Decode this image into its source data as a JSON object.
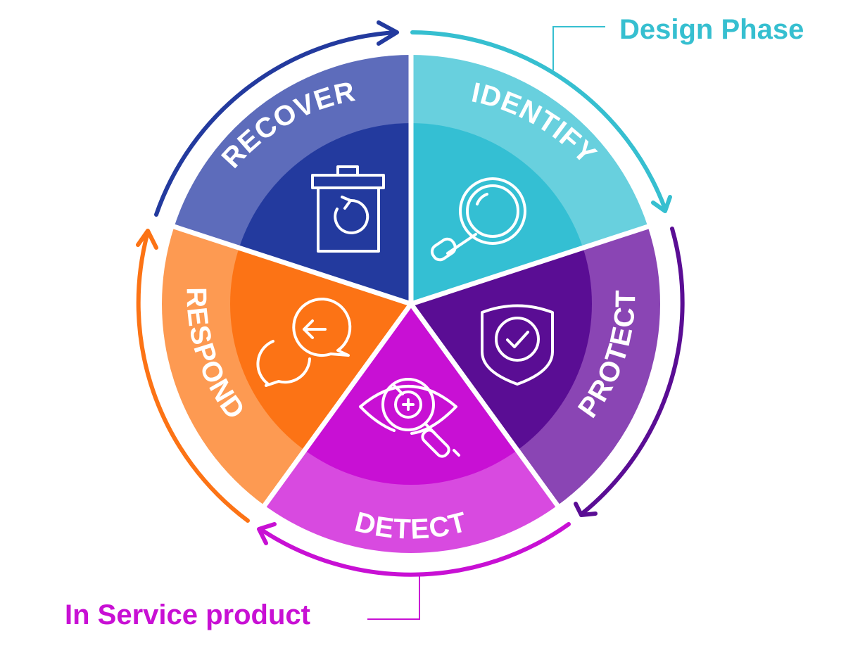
{
  "phases": {
    "design": {
      "label": "Design Phase",
      "color": "#36bfd0"
    },
    "service": {
      "label": "In Service product",
      "color": "#c810d4"
    }
  },
  "segments": [
    {
      "id": "identify",
      "label": "IDENTIFY",
      "icon": "magnifier-icon",
      "outer": "#68d0de",
      "inner": "#34bfd3",
      "arrow": "#36bfd0"
    },
    {
      "id": "protect",
      "label": "PROTECT",
      "icon": "shield-check-icon",
      "outer": "#8a45b4",
      "inner": "#5a0d94",
      "arrow": "#5a0d94"
    },
    {
      "id": "detect",
      "label": "DETECT",
      "icon": "eye-magnifier-icon",
      "outer": "#d84ae0",
      "inner": "#c810d4",
      "arrow": "#c810d4"
    },
    {
      "id": "respond",
      "label": "RESPOND",
      "icon": "chat-bubbles-icon",
      "outer": "#fd9a52",
      "inner": "#fc7315",
      "arrow": "#fc7315"
    },
    {
      "id": "recover",
      "label": "RECOVER",
      "icon": "trash-restore-icon",
      "outer": "#5d6cbb",
      "inner": "#233a9e",
      "arrow": "#233a9e"
    }
  ]
}
